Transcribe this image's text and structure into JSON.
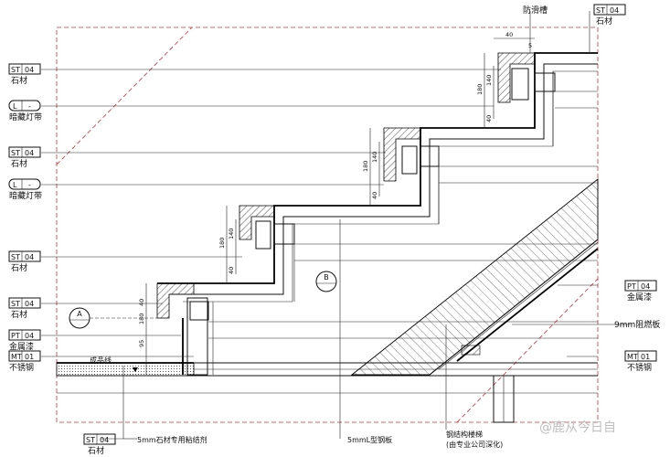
{
  "labels": {
    "anti_slip": "防滑槽",
    "stone": "石材",
    "hidden_light": "暗藏灯带",
    "metal_paint": "金属漆",
    "stainless": "不锈钢",
    "fire_board": "9mm阻燃板",
    "stone_glue": "5mm石材专用粘结剂",
    "steel_angle": "5mmL型钢板",
    "steel_stair": "钢结构楼梯",
    "steel_stair_sub": "(由专业公司深化)",
    "finish_level": "成品线"
  },
  "tags": {
    "st_code": "ST",
    "st_num": "04",
    "l_code": "L",
    "l_num": "-",
    "pt_code": "PT",
    "pt_num": "04",
    "mt_code": "MT",
    "mt_num": "01"
  },
  "sections": {
    "a": "A",
    "b": "B"
  },
  "dims": {
    "d40": "40",
    "d180": "180",
    "d140": "140",
    "d95": "95",
    "d5": "5"
  },
  "watermark": "@鹿从今日自"
}
